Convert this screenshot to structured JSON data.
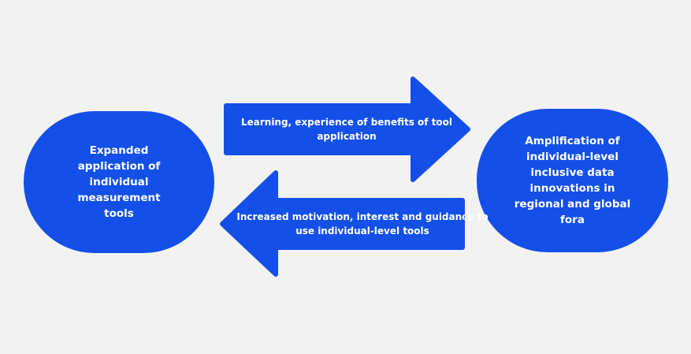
{
  "colors": {
    "shape": "#1450e8",
    "background": "#f2f2f2",
    "text": "#ffffff"
  },
  "left_node": {
    "label": "Expanded application of individual measurement tools"
  },
  "right_node": {
    "label": "Amplification of individual-level inclusive data innovations in regional and global fora"
  },
  "arrow_forward": {
    "label": "Learning, experience of benefits of tool application",
    "direction": "right"
  },
  "arrow_back": {
    "label": "Increased motivation, interest and guidance to use individual-level tools",
    "direction": "left"
  }
}
